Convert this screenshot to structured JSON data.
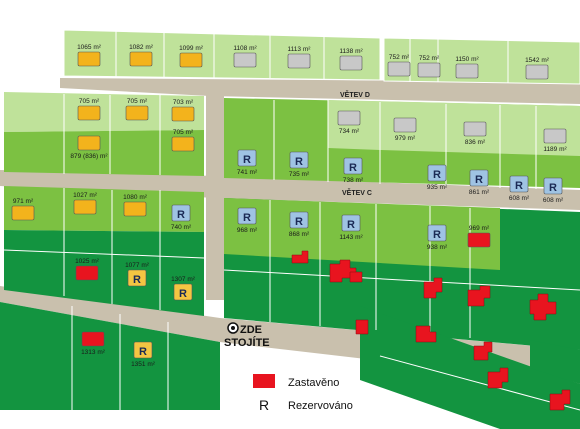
{
  "colors": {
    "road": "#c9c0ad",
    "zone_light": "#bfe29a",
    "zone_mid": "#7cc142",
    "zone_dark": "#139440",
    "plot_line": "#ffffff",
    "marker_available": "#f3b31c",
    "marker_gray": "#c8c8c8",
    "marker_built": "#e8141f",
    "marker_reserved_fill": "#f4c542",
    "marker_reserved_blue": "#9fc3e3"
  },
  "roads": {
    "vetev_d": "VĚTEV D",
    "vetev_c": "VĚTEV C"
  },
  "you_are_here": {
    "line1": "ZDE",
    "line2": "STOJÍTE",
    "icon": "target-icon"
  },
  "legend": {
    "built_label": "Zastavěno",
    "reserved_symbol": "R",
    "reserved_label": "Rezervováno"
  },
  "plots": [
    {
      "area": "1065 m²",
      "status": "available"
    },
    {
      "area": "1082 m²",
      "status": "available"
    },
    {
      "area": "1099 m²",
      "status": "available"
    },
    {
      "area": "1108 m²",
      "status": "gray"
    },
    {
      "area": "1113 m²",
      "status": "gray"
    },
    {
      "area": "1138 m²",
      "status": "gray"
    },
    {
      "area": "752 m²",
      "status": "gray"
    },
    {
      "area": "752 m²",
      "status": "gray"
    },
    {
      "area": "1150 m²",
      "status": "gray"
    },
    {
      "area": "1542 m²",
      "status": "gray"
    },
    {
      "area": "705 m²",
      "status": "available"
    },
    {
      "area": "705 m²",
      "status": "available"
    },
    {
      "area": "703 m²",
      "status": "available"
    },
    {
      "area": "879 (836) m²",
      "status": "available"
    },
    {
      "area": "705 m²",
      "status": "available"
    },
    {
      "area": "734 m²",
      "status": "gray"
    },
    {
      "area": "979 m²",
      "status": "gray"
    },
    {
      "area": "836 m²",
      "status": "gray"
    },
    {
      "area": "1189 m²",
      "status": "gray"
    },
    {
      "area": "741 m²",
      "status": "reserved"
    },
    {
      "area": "735 m²",
      "status": "reserved"
    },
    {
      "area": "738 m²",
      "status": "reserved"
    },
    {
      "area": "935 m²",
      "status": "reserved"
    },
    {
      "area": "861 m²",
      "status": "reserved"
    },
    {
      "area": "608 m²",
      "status": "reserved"
    },
    {
      "area": "608 m²",
      "status": "reserved"
    },
    {
      "area": "971 m²",
      "status": "available"
    },
    {
      "area": "1027 m²",
      "status": "available"
    },
    {
      "area": "1080 m²",
      "status": "available"
    },
    {
      "area": "740 m²",
      "status": "reserved"
    },
    {
      "area": "968 m²",
      "status": "reserved"
    },
    {
      "area": "868 m²",
      "status": "reserved"
    },
    {
      "area": "1143 m²",
      "status": "reserved"
    },
    {
      "area": "938 m²",
      "status": "reserved"
    },
    {
      "area": "969 m²",
      "status": "built"
    },
    {
      "area": "1025 m²",
      "status": "built"
    },
    {
      "area": "1077 m²",
      "status": "reserved"
    },
    {
      "area": "1307 m²",
      "status": "reserved"
    },
    {
      "area": "1313 m²",
      "status": "built"
    },
    {
      "area": "1351 m²",
      "status": "reserved"
    }
  ]
}
